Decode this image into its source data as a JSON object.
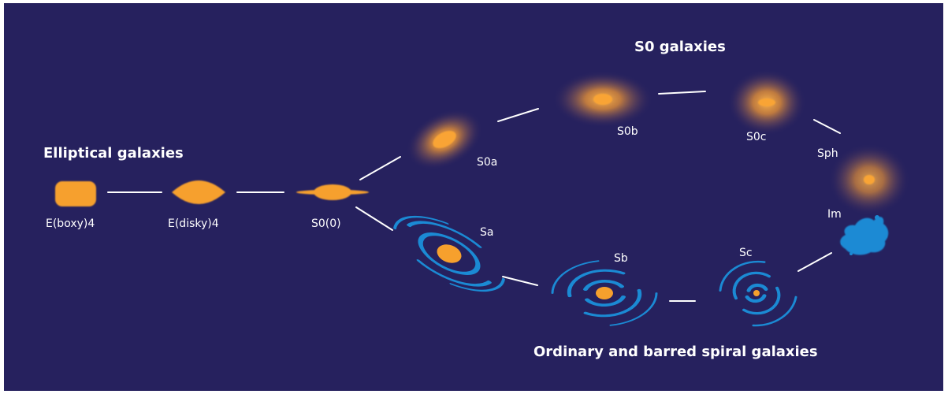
{
  "colors": {
    "background": "#26215e",
    "orange": "#f6a02d",
    "blue": "#1b8ad4",
    "connector": "#ffffff"
  },
  "groups": {
    "elliptical": "Elliptical galaxies",
    "s0": "S0 galaxies",
    "spiral": "Ordinary and barred spiral galaxies"
  },
  "galaxies": {
    "e_boxy": "E(boxy)4",
    "e_disky": "E(disky)4",
    "s0_0": "S0(0)",
    "s0a": "S0a",
    "s0b": "S0b",
    "s0c": "S0c",
    "sph": "Sph",
    "im": "Im",
    "sa": "Sa",
    "sb": "Sb",
    "sc": "Sc"
  }
}
